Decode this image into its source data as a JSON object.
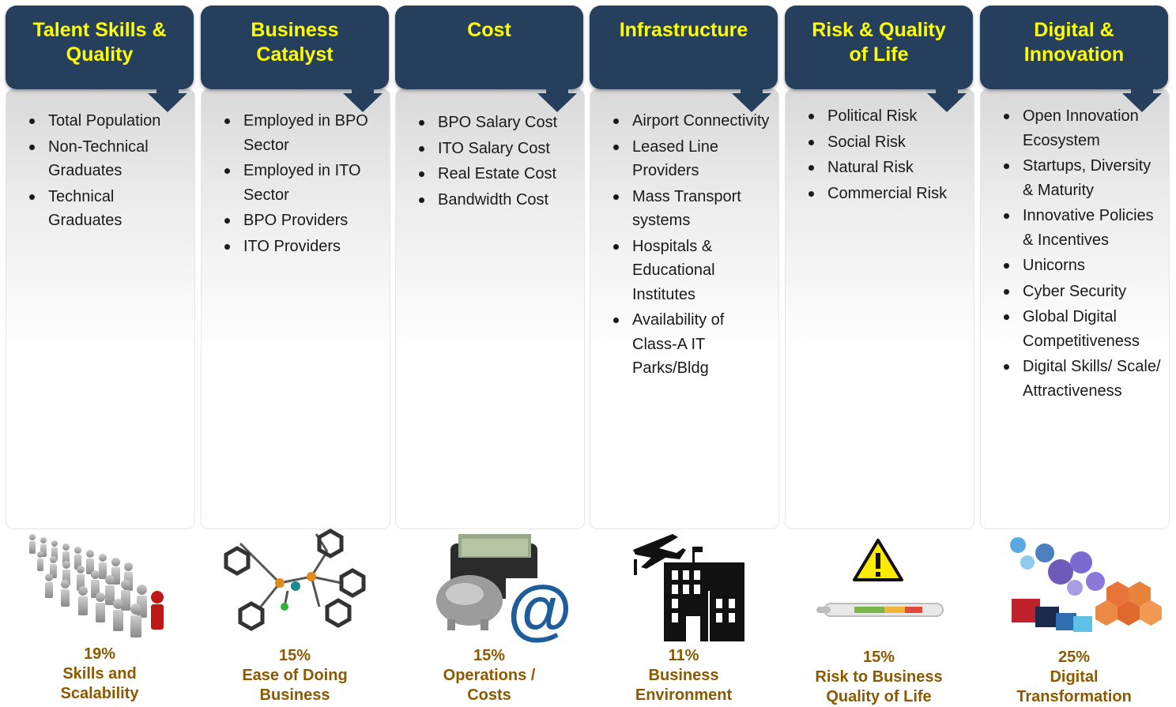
{
  "columns": [
    {
      "title": "Talent Skills &\nQuality",
      "items": [
        "Total Population",
        "Non-Technical Graduates",
        "Technical Graduates"
      ],
      "percent": "19%",
      "label": "Skills and Scalability",
      "illustration": "people-crowd"
    },
    {
      "title": "Business\nCatalyst",
      "items": [
        "Employed in BPO Sector",
        "Employed in ITO Sector",
        "BPO Providers",
        "ITO Providers"
      ],
      "percent": "15%",
      "label": "Ease of Doing Business",
      "illustration": "molecule"
    },
    {
      "title": "Cost",
      "items": [
        "BPO Salary Cost",
        "ITO Salary Cost",
        "Real Estate Cost",
        "Bandwidth Cost"
      ],
      "percent": "15%",
      "label": "Operations / Costs",
      "illustration": "wallet-piggybank-at"
    },
    {
      "title": "Infrastructure",
      "items": [
        "Airport Connectivity",
        "Leased Line Providers",
        "Mass Transport systems",
        "Hospitals & Educational Institutes",
        "Availability of Class-A IT Parks/Bldg"
      ],
      "percent": "11%",
      "label": "Business Environment",
      "illustration": "airplane-building"
    },
    {
      "title": "Risk & Quality\nof Life",
      "items": [
        "Political Risk",
        "Social Risk",
        "Natural Risk",
        "Commercial Risk"
      ],
      "percent": "15%",
      "label": "Risk to Business Quality of Life",
      "illustration": "warning-thermometer"
    },
    {
      "title": "Digital &\nInnovation",
      "items": [
        "Open Innovation Ecosystem",
        "Startups, Diversity & Maturity",
        "Innovative Policies & Incentives",
        "Unicorns",
        "Cyber Security",
        "Global Digital Competitiveness",
        "Digital Skills/ Scale/ Attractiveness"
      ],
      "percent": "25%",
      "label": "Digital Transformation",
      "illustration": "digital-collage"
    }
  ],
  "colors": {
    "header_bg": "#253f5c",
    "header_text": "#ffff00",
    "metric_text": "#8b5a00"
  }
}
